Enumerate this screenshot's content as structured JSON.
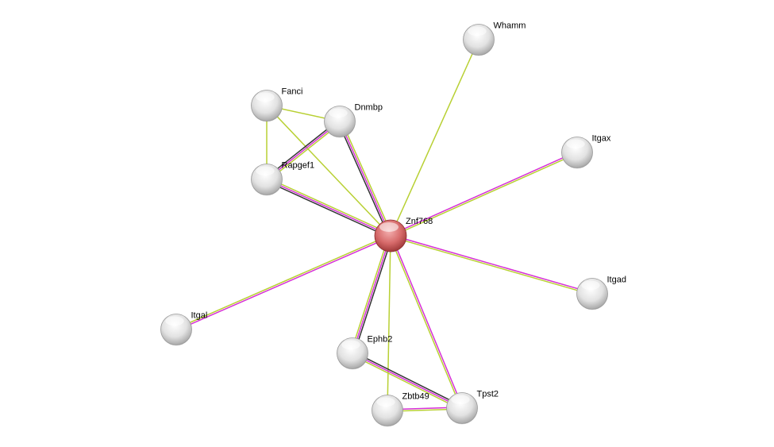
{
  "network": {
    "nodes": [
      {
        "id": "Znf768",
        "label": "Znf768",
        "query": true
      },
      {
        "id": "Whamm",
        "label": "Whamm"
      },
      {
        "id": "Fanci",
        "label": "Fanci"
      },
      {
        "id": "Dnmbp",
        "label": "Dnmbp"
      },
      {
        "id": "Rapgef1",
        "label": "Rapgef1"
      },
      {
        "id": "Itgax",
        "label": "Itgax"
      },
      {
        "id": "Itgad",
        "label": "Itgad"
      },
      {
        "id": "Itgal",
        "label": "Itgal"
      },
      {
        "id": "Ephb2",
        "label": "Ephb2"
      },
      {
        "id": "Zbtb49",
        "label": "Zbtb49"
      },
      {
        "id": "Tpst2",
        "label": "Tpst2"
      }
    ],
    "edges": [
      {
        "a": "Znf768",
        "b": "Whamm",
        "types": [
          "textmining"
        ]
      },
      {
        "a": "Znf768",
        "b": "Itgax",
        "types": [
          "experimental",
          "textmining"
        ]
      },
      {
        "a": "Znf768",
        "b": "Itgad",
        "types": [
          "experimental",
          "textmining"
        ]
      },
      {
        "a": "Znf768",
        "b": "Itgal",
        "types": [
          "experimental",
          "textmining"
        ]
      },
      {
        "a": "Znf768",
        "b": "Dnmbp",
        "types": [
          "coexpression",
          "experimental",
          "textmining"
        ]
      },
      {
        "a": "Znf768",
        "b": "Rapgef1",
        "types": [
          "coexpression",
          "experimental",
          "textmining"
        ]
      },
      {
        "a": "Znf768",
        "b": "Fanci",
        "types": [
          "textmining"
        ]
      },
      {
        "a": "Znf768",
        "b": "Ephb2",
        "types": [
          "coexpression",
          "experimental",
          "textmining"
        ]
      },
      {
        "a": "Znf768",
        "b": "Zbtb49",
        "types": [
          "textmining"
        ]
      },
      {
        "a": "Znf768",
        "b": "Tpst2",
        "types": [
          "experimental",
          "textmining"
        ]
      },
      {
        "a": "Fanci",
        "b": "Dnmbp",
        "types": [
          "textmining"
        ]
      },
      {
        "a": "Fanci",
        "b": "Rapgef1",
        "types": [
          "textmining"
        ]
      },
      {
        "a": "Rapgef1",
        "b": "Dnmbp",
        "types": [
          "coexpression",
          "experimental",
          "textmining"
        ]
      },
      {
        "a": "Ephb2",
        "b": "Tpst2",
        "types": [
          "coexpression",
          "experimental",
          "textmining"
        ]
      },
      {
        "a": "Zbtb49",
        "b": "Tpst2",
        "types": [
          "experimental",
          "textmining"
        ]
      }
    ],
    "colors": {
      "coexpression": "#333333",
      "experimental": "#d630d6",
      "textmining": "#b8d033",
      "query_node": "#d65c5c",
      "node": "#e0e0e0"
    }
  }
}
